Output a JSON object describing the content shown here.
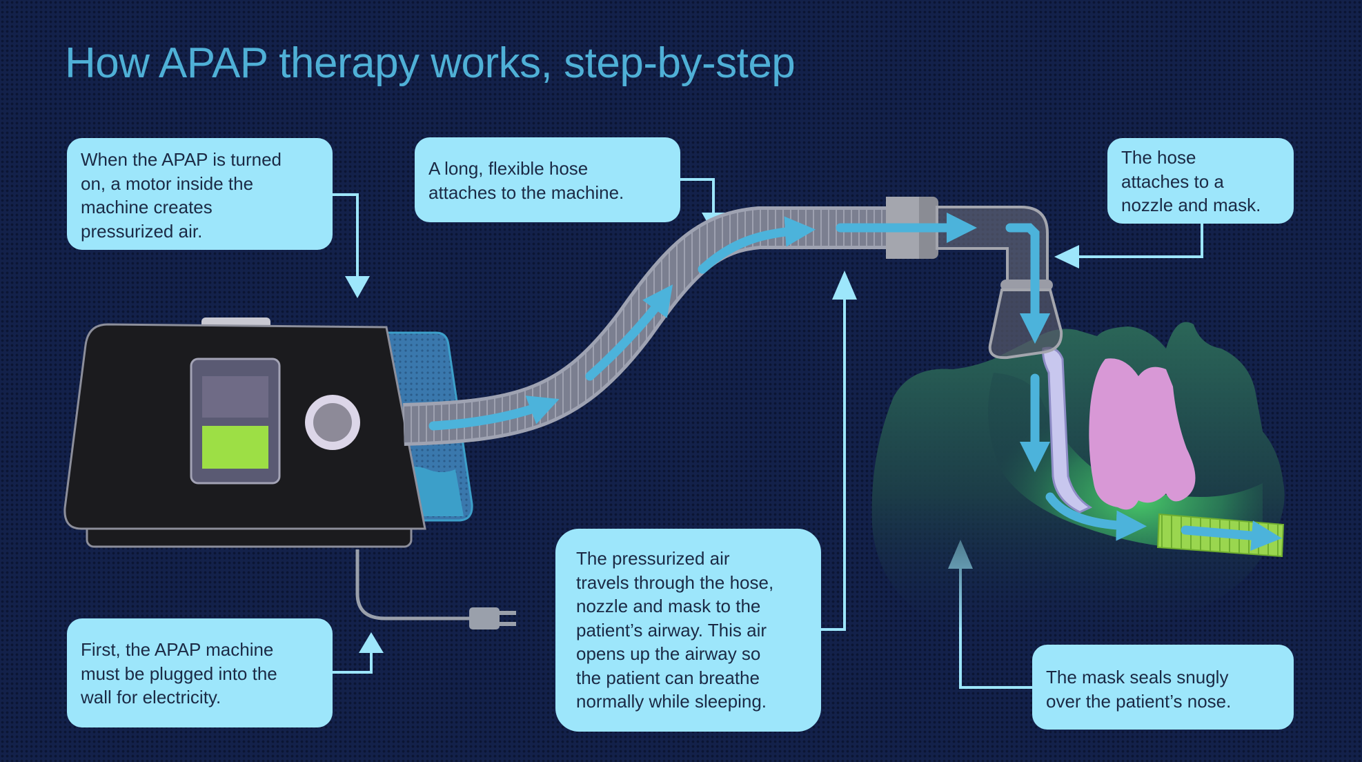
{
  "title": "How APAP therapy works, step-by-step",
  "callouts": {
    "motor": "When the APAP is turned\non, a motor inside the\nmachine creates\npressurized air.",
    "hose": "A long, flexible hose\nattaches to the machine.",
    "nozzle": "The hose\nattaches to a\nnozzle and mask.",
    "plug": "First, the APAP machine\nmust be plugged into the\nwall for electricity.",
    "air": "The pressurized air\ntravels through the hose,\nnozzle and mask to the\npatient’s airway. This air\nopens up the airway so\nthe patient can breathe\nnormally while sleeping.",
    "mask": "The mask seals snugly\nover the patient’s nose."
  },
  "colors": {
    "background": "#13214a",
    "title": "#4fb0d6",
    "callout_fill": "#9de6fb",
    "callout_text": "#1b2a45",
    "connector": "#9de6fb",
    "airflow_arrow": "#4cb3db",
    "machine_body": "#1b1b1e",
    "display_screen": "#6f6b86",
    "display_indicator": "#9ddf45",
    "humidifier_water": "#3c9fc9",
    "patient_glow": "#3fae6a",
    "tongue": "#d898d6",
    "airway_tube": "#9ad64f"
  },
  "icons": [
    "apap-machine",
    "humidifier-tank",
    "power-plug",
    "flexible-hose",
    "hose-connector",
    "nasal-mask",
    "patient-head-profile"
  ]
}
